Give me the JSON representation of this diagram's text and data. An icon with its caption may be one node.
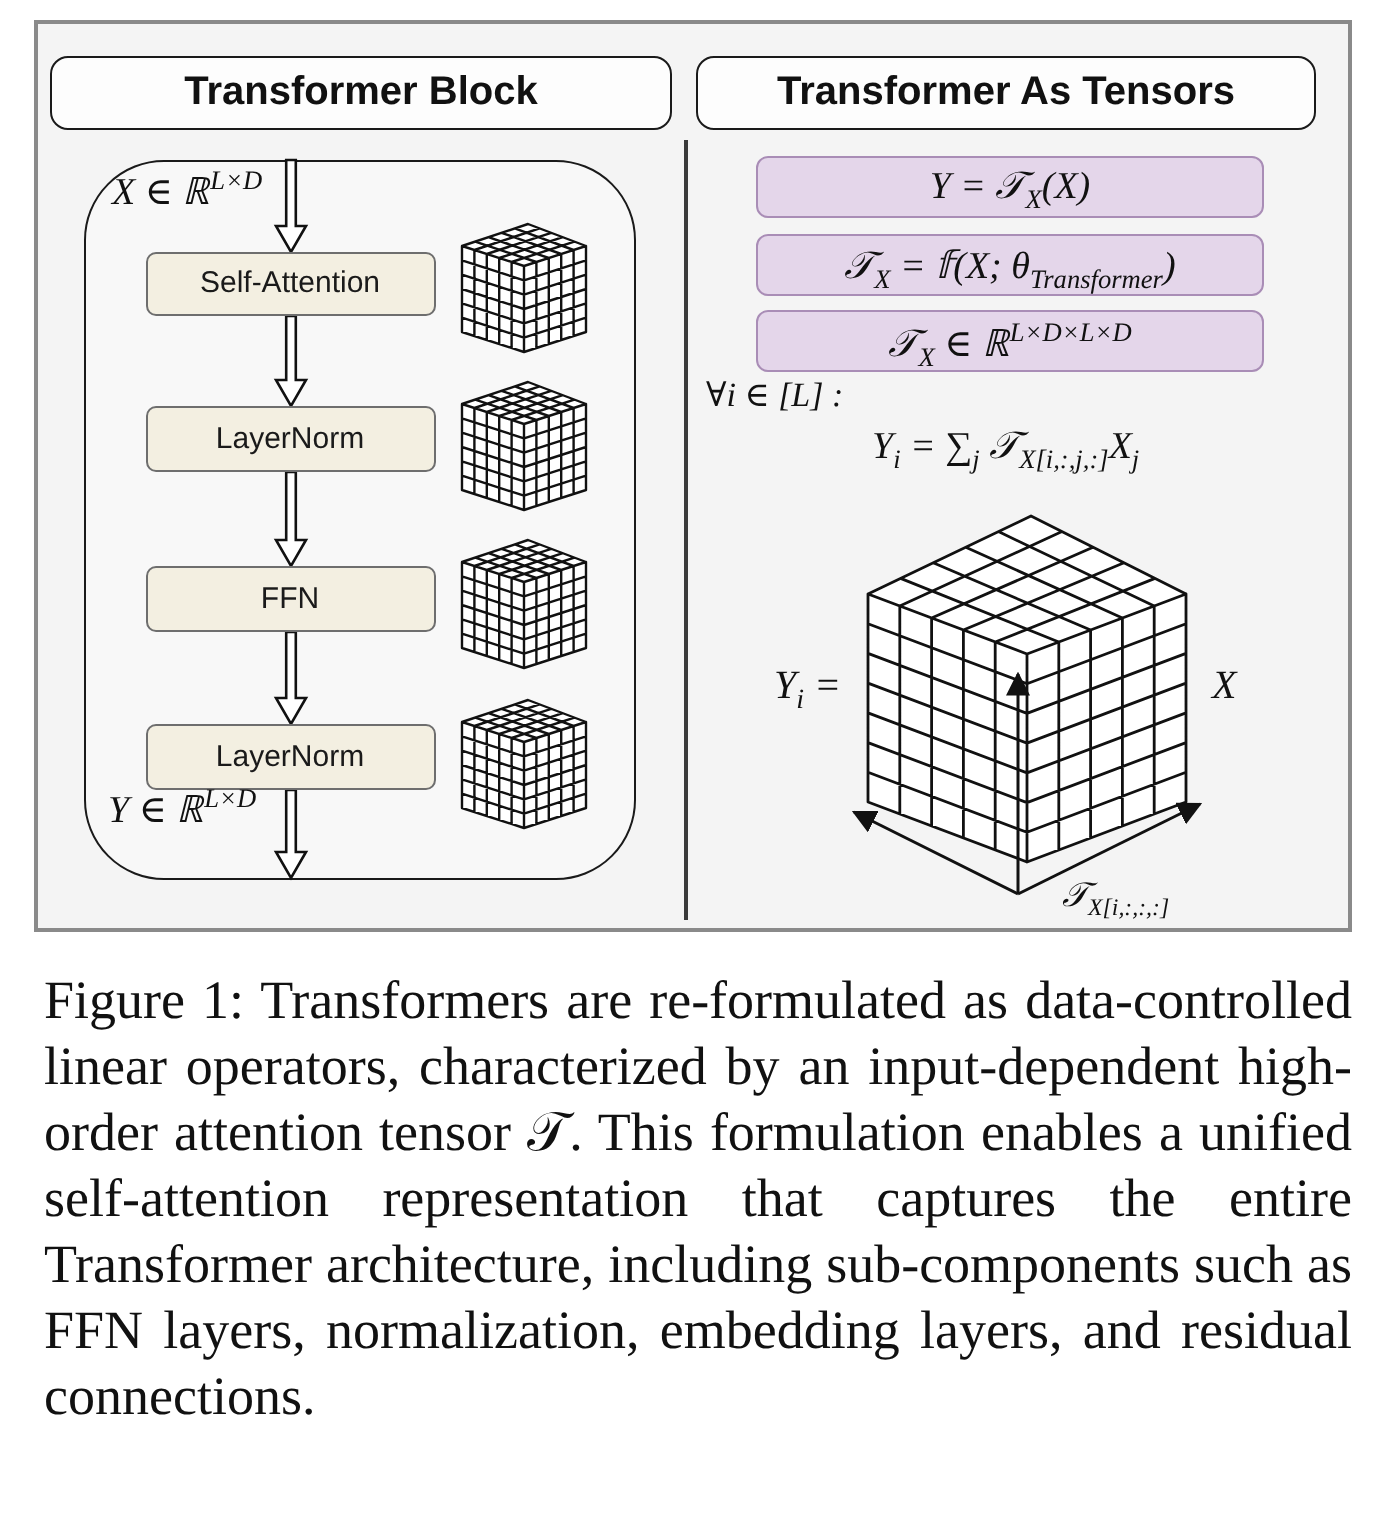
{
  "diagram": {
    "nodes": [
      {
        "text": [
          "Transformer Block"
        ]
      },
      {
        "text": [],
        "shape": "box"
      },
      {
        "text": [
          "Self-Attention"
        ],
        "in": 1
      },
      {
        "text": [
          "LayerNorm"
        ],
        "in": 1
      },
      {
        "text": [
          "FFN"
        ],
        "in": 1
      },
      {
        "text": [
          "LayerNorm"
        ],
        "in": 1
      },
      {
        "text": [
          "Transformer As Tensors"
        ]
      },
      {
        "text": [
          "Y = 𝒯$_{X}$(X)"
        ]
      },
      {
        "text": [
          "𝒯$_{X}$ = 𝕗(X; θ$_{Transformer}$)"
        ]
      },
      {
        "text": [
          "𝒯$_{X}$ ∈ ℝ$^{L×D×L×D}$"
        ]
      }
    ],
    "edges": [
      {
        "from": null,
        "to": 2,
        "arrow": "to"
      },
      {
        "from": 2,
        "to": 3,
        "arrow": "to"
      },
      {
        "from": 3,
        "to": 4,
        "arrow": "to"
      },
      {
        "from": 4,
        "to": 5,
        "arrow": "to"
      },
      {
        "from": 5,
        "to": null,
        "arrow": "to"
      }
    ],
    "labels": [
      "X ∈ ℝ$^{L×D}$",
      "Y ∈ ℝ$^{L×D}$",
      "∀i ∈ [L] :",
      "Y$_{i}$ = ∑$_{j}$ 𝒯$_{X[i,:,j,:]}$X$_{j}$",
      "Y$_{i}$ =",
      "X",
      "𝒯$_{X[i,:,:,:]}$"
    ],
    "caption": "Figure 1: Transformers are re-formulated as data-controlled linear operators, characterized by an input-dependent high-order attention tensor 𝒯. This formulation enables a unified self-attention representation that captures the entire Transformer architecture, including sub-components such as FFN layers, normalization, embedding layers, and residual connections."
  }
}
